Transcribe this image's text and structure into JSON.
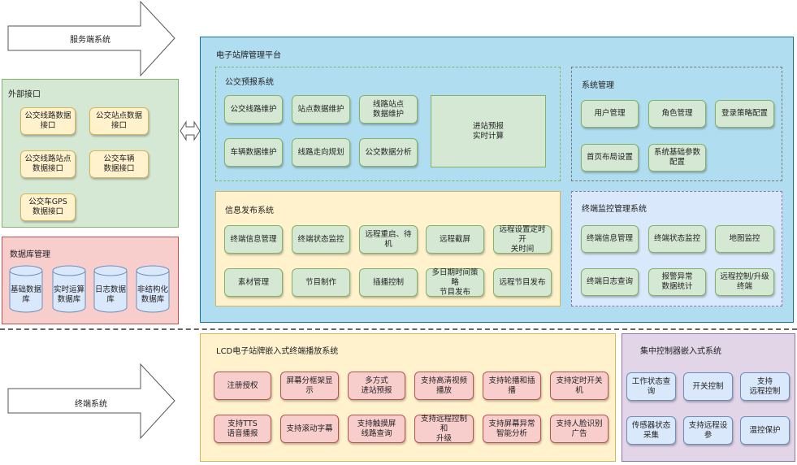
{
  "arrows": {
    "server_label": "服务端系统",
    "terminal_label": "终端系统"
  },
  "external_interface": {
    "title": "外部接口",
    "items": [
      "公交线路数据\n接口",
      "公交站点数据\n接口",
      "公交线路站点\n数据接口",
      "公交车辆\n数据接口",
      "公交车GPS\n数据接口"
    ]
  },
  "database": {
    "title": "数据库管理",
    "items": [
      "基础数据\n库",
      "实时运算\n数据库",
      "日志数据\n库",
      "非结构化\n数据库"
    ]
  },
  "platform": {
    "title": "电子站牌管理平台",
    "forecast": {
      "title": "公交预报系统",
      "items": [
        "公交线路维护",
        "站点数据维护",
        "线路站点\n数据维护",
        "车辆数据维护",
        "线路走向规划",
        "公交数据分析"
      ],
      "calc": "进站预报\n实时计算"
    },
    "sysmgmt": {
      "title": "系统管理",
      "items": [
        "用户管理",
        "角色管理",
        "登录策略配置",
        "首页布局设置",
        "系统基础参数\n配置"
      ]
    },
    "publish": {
      "title": "信息发布系统",
      "items": [
        "终端信息管理",
        "终端状态监控",
        "远程重启、待机",
        "远程截屏",
        "远程设置定时开\n关时间",
        "素材管理",
        "节目制作",
        "插播控制",
        "多日期时间策略\n节目发布",
        "远程节目发布"
      ]
    },
    "monitor": {
      "title": "终端监控管理系统",
      "items": [
        "终端信息管理",
        "终端状态监控",
        "地图监控",
        "终端日志查询",
        "报警异常\n数据统计",
        "远程控制/升级\n终端"
      ]
    }
  },
  "lcd": {
    "title": "LCD电子站牌嵌入式终端播放系统",
    "items": [
      "注册授权",
      "屏幕分框架显示",
      "多方式\n进站预报",
      "支持高清视频\n播放",
      "支持轮播和插播",
      "支持定时开关机",
      "支持TTS\n语音播报",
      "支持滚动字幕",
      "支持触摸屏\n线路查询",
      "支持远程控制和\n升级",
      "支持屏幕异常\n智能分析",
      "支持人脸识别\n广告"
    ]
  },
  "controller": {
    "title": "集中控制器嵌入式系统",
    "items": [
      "工作状态查询",
      "开关控制",
      "支持\n远程控制",
      "传感器状态\n采集",
      "支持远程设参",
      "温控保护"
    ]
  },
  "colors": {
    "platform_bg": "#b1ddf0",
    "external_bg": "#d5e8d4",
    "database_bg": "#f8cecc",
    "lcd_bg": "#fff2cc",
    "controller_bg": "#e1d5e7"
  }
}
